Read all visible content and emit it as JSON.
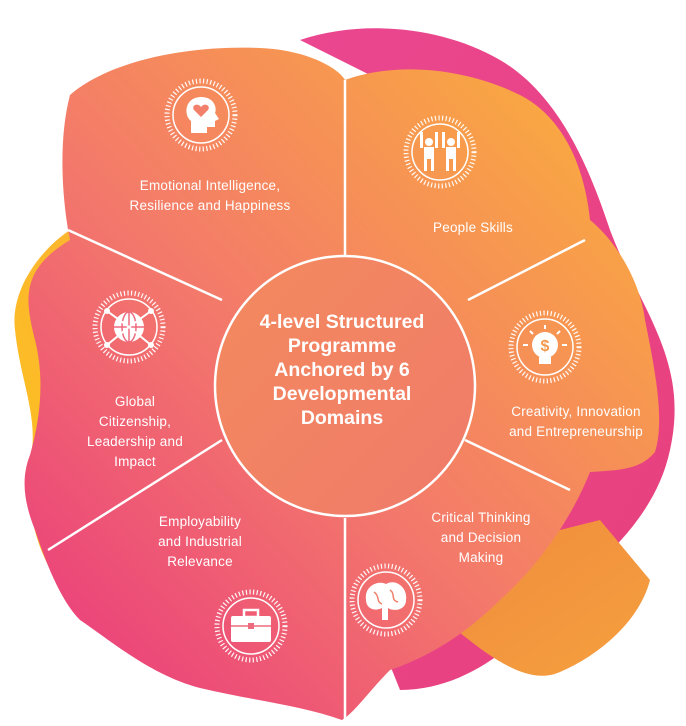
{
  "center": {
    "lines": [
      "4-level Structured",
      "Programme",
      "Anchored by 6",
      "Developmental",
      "Domains"
    ]
  },
  "domains": [
    {
      "lines": [
        "Emotional Intelligence,",
        "Resilience and Happiness"
      ],
      "icon": "head-heart-icon"
    },
    {
      "lines": [
        "People Skills"
      ],
      "icon": "people-cheering-icon"
    },
    {
      "lines": [
        "Creativity, Innovation",
        "and Entrepreneurship"
      ],
      "icon": "lightbulb-dollar-icon"
    },
    {
      "lines": [
        "Critical Thinking",
        "and Decision",
        "Making"
      ],
      "icon": "brain-icon"
    },
    {
      "lines": [
        "Employability",
        "and Industrial",
        "Relevance"
      ],
      "icon": "briefcase-icon"
    },
    {
      "lines": [
        "Global",
        "Citizenship,",
        "Leadership and",
        "Impact"
      ],
      "icon": "globe-network-icon"
    }
  ],
  "colors": {
    "pink": "#ea3e85",
    "orange": "#f6924e",
    "yellow": "#fcc01c",
    "magenta": "#e73b8c"
  }
}
